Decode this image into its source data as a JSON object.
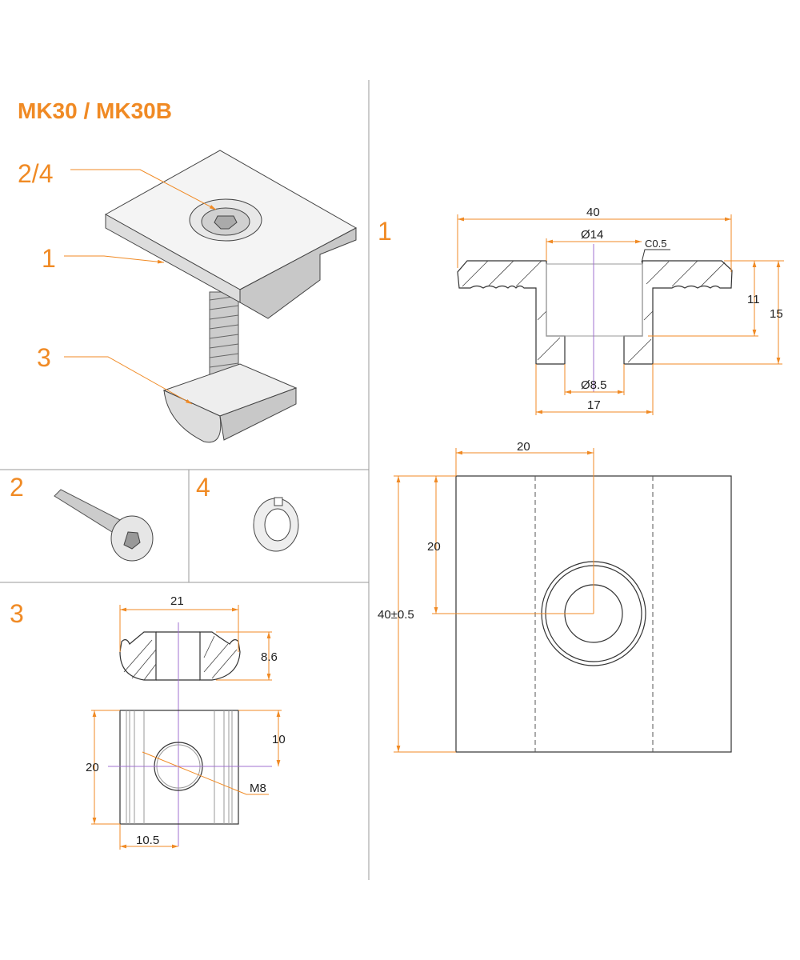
{
  "title": "MK30 / MK30B",
  "callouts": {
    "screw_washer": "2/4",
    "clamp": "1",
    "nut": "3"
  },
  "sections": {
    "screw": "2",
    "washer": "4",
    "nut": "3",
    "clamp": "1"
  },
  "clamp_dims": {
    "width": "40",
    "bore": "Ø14",
    "chamfer": "C0.5",
    "bore_depth": "11",
    "height": "15",
    "hole": "Ø8.5",
    "body_width": "17",
    "half_width": "20",
    "center_offset": "20",
    "length": "40±0.5"
  },
  "nut_dims": {
    "width": "21",
    "height": "8.6",
    "half_length": "10",
    "length": "20",
    "thread": "M8",
    "half_width": "10.5"
  },
  "colors": {
    "accent": "#f08a24",
    "centerline": "#a070d0"
  }
}
